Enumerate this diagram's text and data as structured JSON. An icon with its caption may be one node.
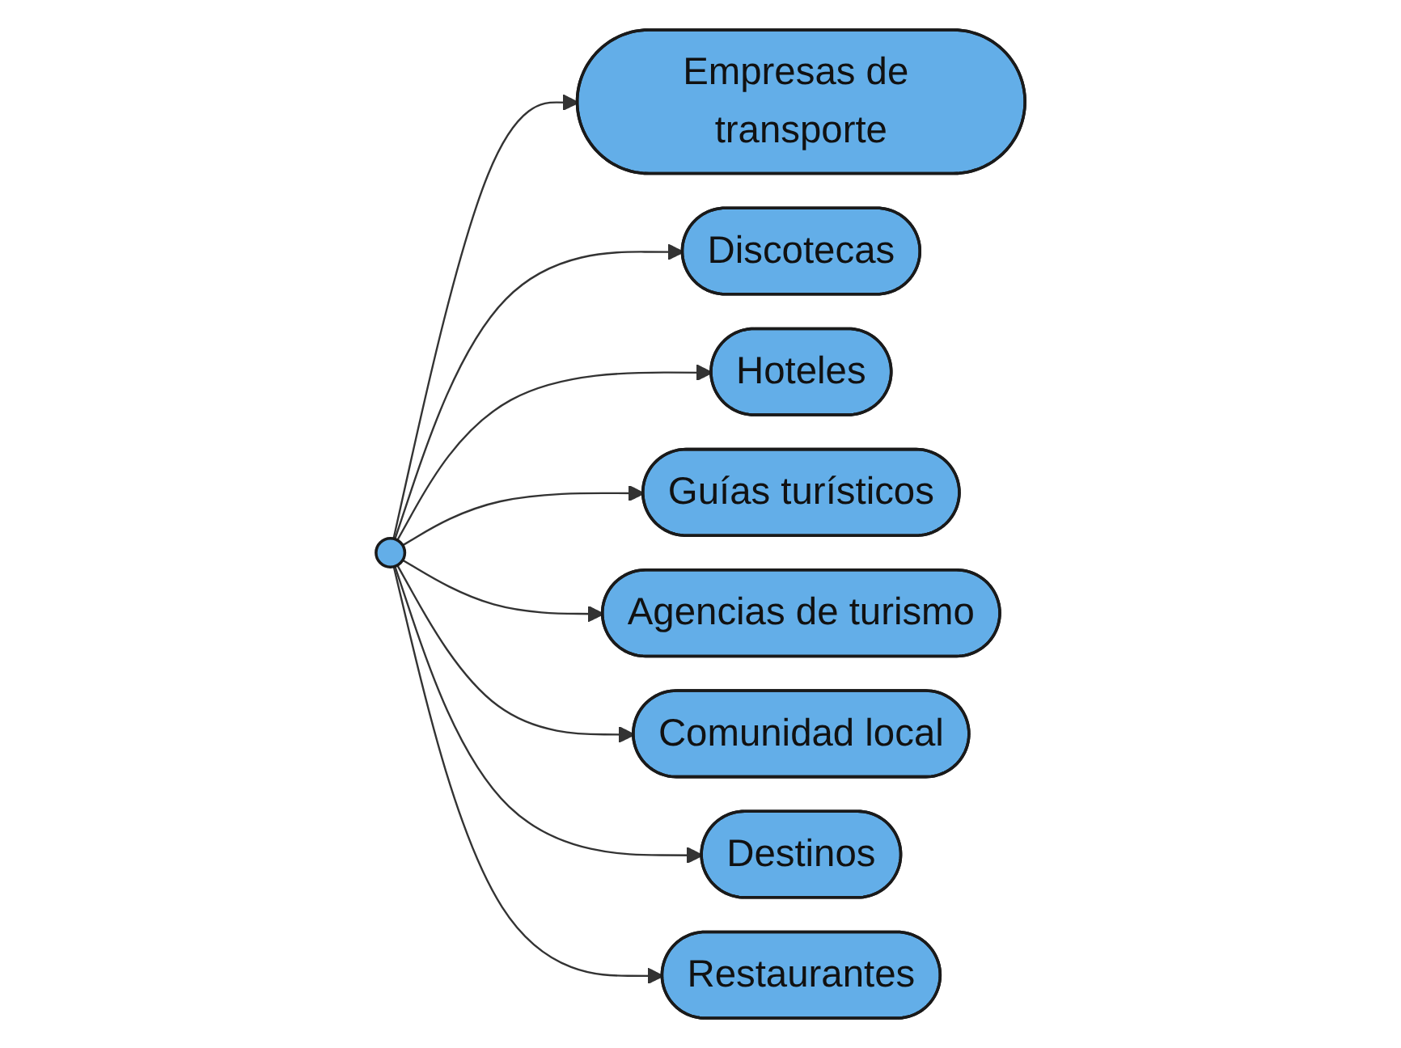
{
  "diagram": {
    "nodes": [
      {
        "text": [
          "Empresas de transporte"
        ]
      },
      {
        "text": [
          "Discotecas"
        ]
      },
      {
        "text": [
          "Hoteles"
        ]
      },
      {
        "text": [
          "Guías turísticos"
        ]
      },
      {
        "text": [],
        "shape": "circle"
      },
      {
        "text": [
          "Agencias de turismo"
        ]
      },
      {
        "text": [
          "Comunidad local"
        ]
      },
      {
        "text": [
          "Destinos"
        ]
      },
      {
        "text": [
          "Restaurantes"
        ]
      }
    ],
    "edges": [
      {
        "from": 4,
        "to": 0,
        "arrow": "to"
      },
      {
        "from": 4,
        "to": 1,
        "arrow": "to"
      },
      {
        "from": 4,
        "to": 2,
        "arrow": "to"
      },
      {
        "from": 4,
        "to": 3,
        "arrow": "to"
      },
      {
        "from": 4,
        "to": 5,
        "arrow": "to"
      },
      {
        "from": 4,
        "to": 6,
        "arrow": "to"
      },
      {
        "from": 4,
        "to": 7,
        "arrow": "to"
      },
      {
        "from": 4,
        "to": 8,
        "arrow": "to"
      }
    ]
  }
}
